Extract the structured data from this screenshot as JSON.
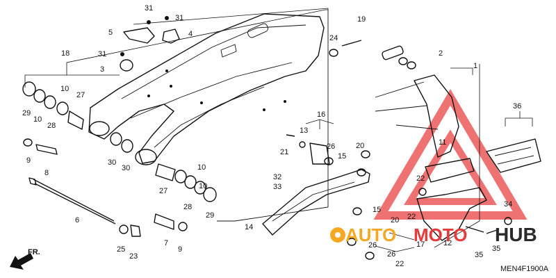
{
  "diagram": {
    "code": "MEN4F1900A",
    "front_marker": "FR.",
    "callouts": [
      "1",
      "2",
      "3",
      "4",
      "5",
      "6",
      "7",
      "8",
      "9",
      "9",
      "10",
      "10",
      "10",
      "10",
      "11",
      "12",
      "13",
      "14",
      "15",
      "15",
      "16",
      "17",
      "18",
      "19",
      "20",
      "20",
      "21",
      "22",
      "22",
      "22",
      "23",
      "24",
      "25",
      "26",
      "26",
      "26",
      "27",
      "27",
      "28",
      "28",
      "29",
      "29",
      "30",
      "30",
      "31",
      "31",
      "31",
      "32",
      "33",
      "34",
      "35",
      "35",
      "36"
    ]
  },
  "watermark": {
    "brand_part1": "AUTO",
    "brand_part2": "MOTO",
    "brand_part3": "HUB",
    "colors": {
      "orange": "#f7a823",
      "red": "#e63b3b",
      "dark": "#2a2a2a"
    }
  }
}
